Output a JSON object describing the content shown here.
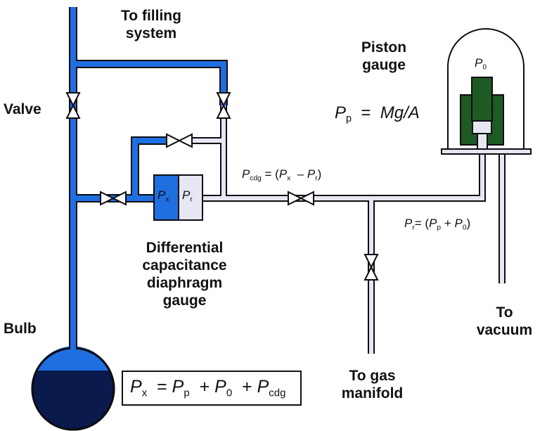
{
  "labels": {
    "filling_line1": "To filling",
    "filling_line2": "system",
    "valve": "Valve",
    "piston_line1": "Piston",
    "piston_line2": "gauge",
    "bulb": "Bulb",
    "cdg_line1": "Differential",
    "cdg_line2": "capacitance",
    "cdg_line3": "diaphragm",
    "cdg_line4": "gauge",
    "vacuum_line1": "To",
    "vacuum_line2": "vacuum",
    "manifold_line1": "To gas",
    "manifold_line2": "manifold"
  },
  "symbols": {
    "P": "P",
    "sub_x": "x",
    "sub_r": "r",
    "sub_p": "p",
    "sub_0": "0",
    "sub_cdg": "cdg",
    "mg_over_a": "Mg/A"
  },
  "colors": {
    "blue_line": "#1f6fe0",
    "pale_line": "#e6e7f2",
    "line_outline": "#0d0d12",
    "bulb_fill": "#0a1a4d",
    "piston_dark": "#2d4a1e",
    "piston_body": "#1e5a24",
    "cdg_left": "#1f6fe0",
    "cdg_right": "#e6e7f2"
  }
}
